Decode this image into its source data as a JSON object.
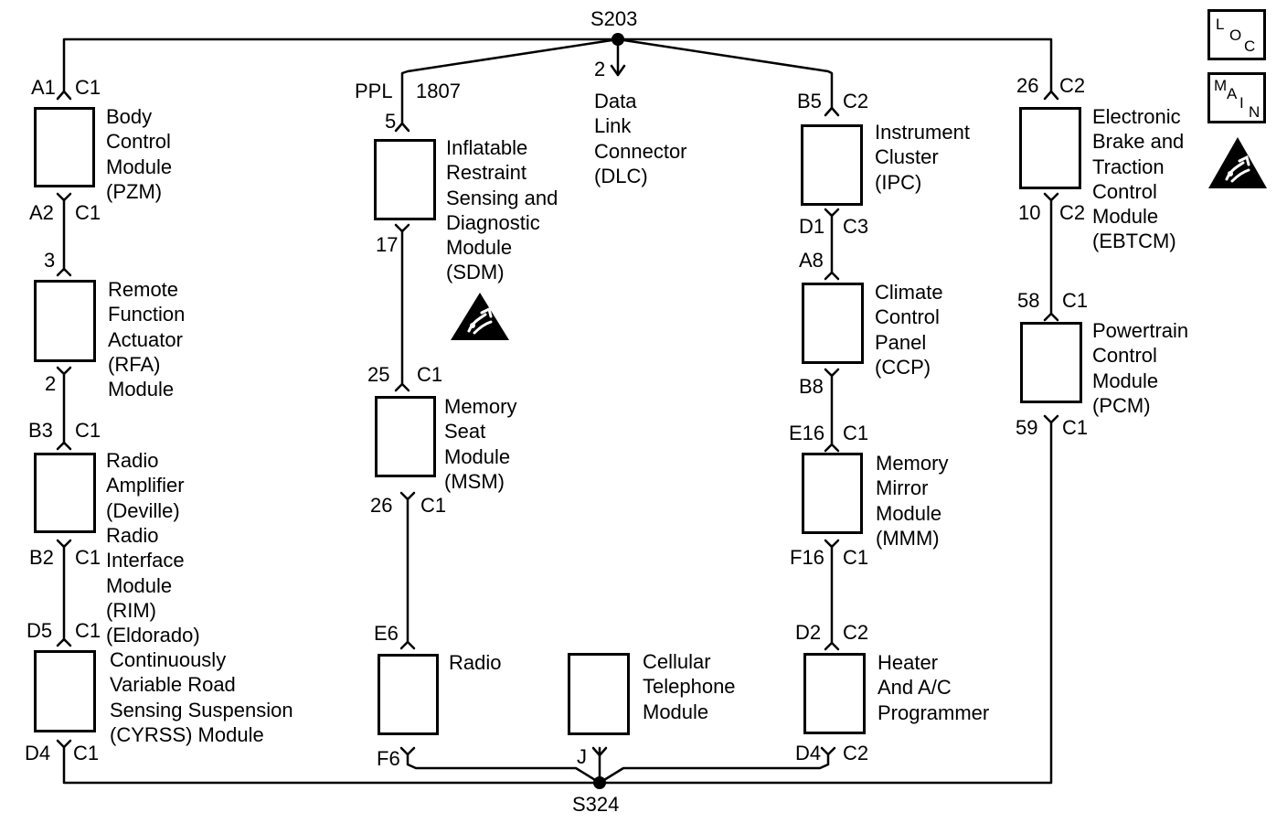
{
  "splices": {
    "top": "S203",
    "bottom": "S324"
  },
  "icons": {
    "loc": [
      "L",
      "O",
      "C"
    ],
    "main": [
      "M",
      "A",
      "I",
      "N"
    ],
    "esd_icon": "esd-warning-icon"
  },
  "modules": {
    "bcm": [
      "Body",
      "Control",
      "Module",
      "(PZM)"
    ],
    "rfa": [
      "Remote",
      "Function",
      "Actuator",
      "(RFA)",
      "Module"
    ],
    "amp": [
      "Radio",
      "Amplifier",
      "(Deville)"
    ],
    "rim": [
      "Radio",
      "Interface",
      "Module",
      "(RIM)",
      "(Eldorado)"
    ],
    "cvrss": [
      "Continuously",
      "Variable Road",
      "Sensing Suspension",
      "(CYRSS) Module"
    ],
    "sdm": [
      "Inflatable",
      "Restraint",
      "Sensing and",
      "Diagnostic",
      "Module",
      "(SDM)"
    ],
    "msm": [
      "Memory",
      "Seat",
      "Module",
      "(MSM)"
    ],
    "radio": [
      "Radio"
    ],
    "dlc": [
      "Data",
      "Link",
      "Connector",
      "(DLC)"
    ],
    "cell": [
      "Cellular",
      "Telephone",
      "Module"
    ],
    "ipc": [
      "Instrument",
      "Cluster",
      "(IPC)"
    ],
    "ccp": [
      "Climate",
      "Control",
      "Panel",
      "(CCP)"
    ],
    "mmm": [
      "Memory",
      "Mirror",
      "Module",
      "(MMM)"
    ],
    "hvac": [
      "Heater",
      "And A/C",
      "Programmer"
    ],
    "ebtcm": [
      "Electronic",
      "Brake and",
      "Traction",
      "Control",
      "Module",
      "(EBTCM)"
    ],
    "pcm": [
      "Powertrain",
      "Control",
      "Module",
      "(PCM)"
    ]
  },
  "pins": {
    "bcm_top_pin": "A1",
    "bcm_top_conn": "C1",
    "bcm_bot_pin": "A2",
    "bcm_bot_conn": "C1",
    "rfa_top_pin": "3",
    "rfa_bot_pin": "2",
    "amp_top_pin": "B3",
    "amp_top_conn": "C1",
    "amp_bot_pin": "B2",
    "amp_bot_conn": "C1",
    "cvrss_top_pin": "D5",
    "cvrss_top_conn": "C1",
    "cvrss_bot_pin": "D4",
    "cvrss_bot_conn": "C1",
    "wire_color": "PPL",
    "circuit": "1807",
    "sdm_top_pin": "5",
    "sdm_bot_pin": "17",
    "msm_top_pin": "25",
    "msm_top_conn": "C1",
    "msm_bot_pin": "26",
    "msm_bot_conn": "C1",
    "radio_top_pin": "E6",
    "radio_bot_pin": "F6",
    "dlc_pin": "2",
    "cell_pin": "J",
    "ipc_top_pin": "B5",
    "ipc_top_conn": "C2",
    "ipc_bot_pin": "D1",
    "ipc_bot_conn": "C3",
    "ccp_top_pin": "A8",
    "ccp_bot_pin": "B8",
    "mmm_top_pin": "E16",
    "mmm_top_conn": "C1",
    "mmm_bot_pin": "F16",
    "mmm_bot_conn": "C1",
    "hvac_top_pin": "D2",
    "hvac_top_conn": "C2",
    "hvac_bot_pin": "D4",
    "hvac_bot_conn": "C2",
    "ebtcm_top_pin": "26",
    "ebtcm_top_conn": "C2",
    "ebtcm_bot_pin": "10",
    "ebtcm_bot_conn": "C2",
    "pcm_top_pin": "58",
    "pcm_top_conn": "C1",
    "pcm_bot_pin": "59",
    "pcm_bot_conn": "C1"
  }
}
